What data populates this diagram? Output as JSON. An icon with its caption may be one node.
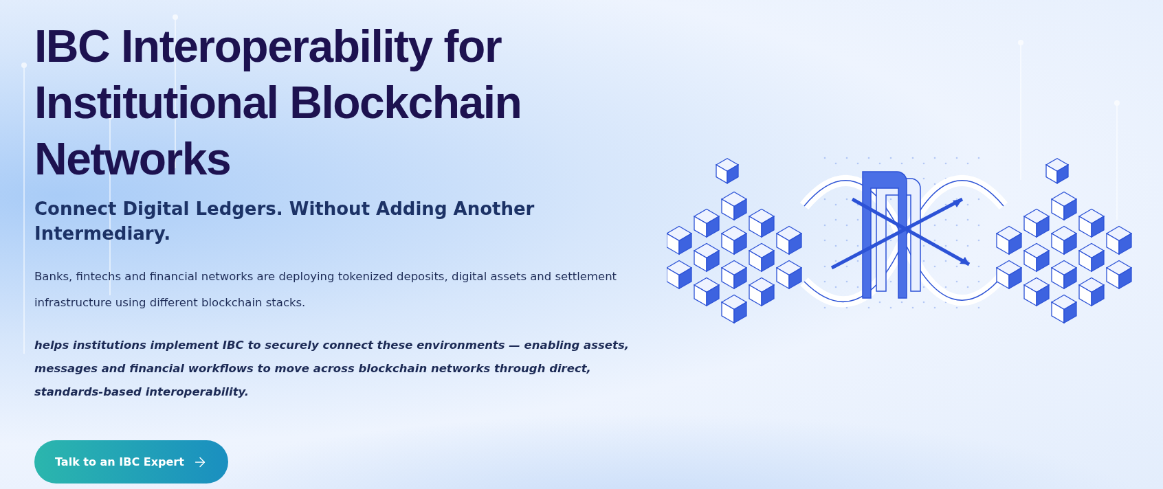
{
  "diagram": {
    "title": "IBC Interoperability for Institutional Blockchain Networks",
    "nodes": [
      {
        "text": [
          "Talk to an IBC Expert"
        ]
      }
    ],
    "labels": [
      "Connect Digital Ledgers. Without Adding Another Intermediary.",
      "Banks, fintechs and financial networks are deploying tokenized deposits, digital assets and settlement infrastructure using different blockchain stacks.",
      "helps institutions implement IBC to securely connect these environments — enabling assets, messages and financial workflows to move across blockchain networks through direct, standards-based interoperability."
    ]
  }
}
